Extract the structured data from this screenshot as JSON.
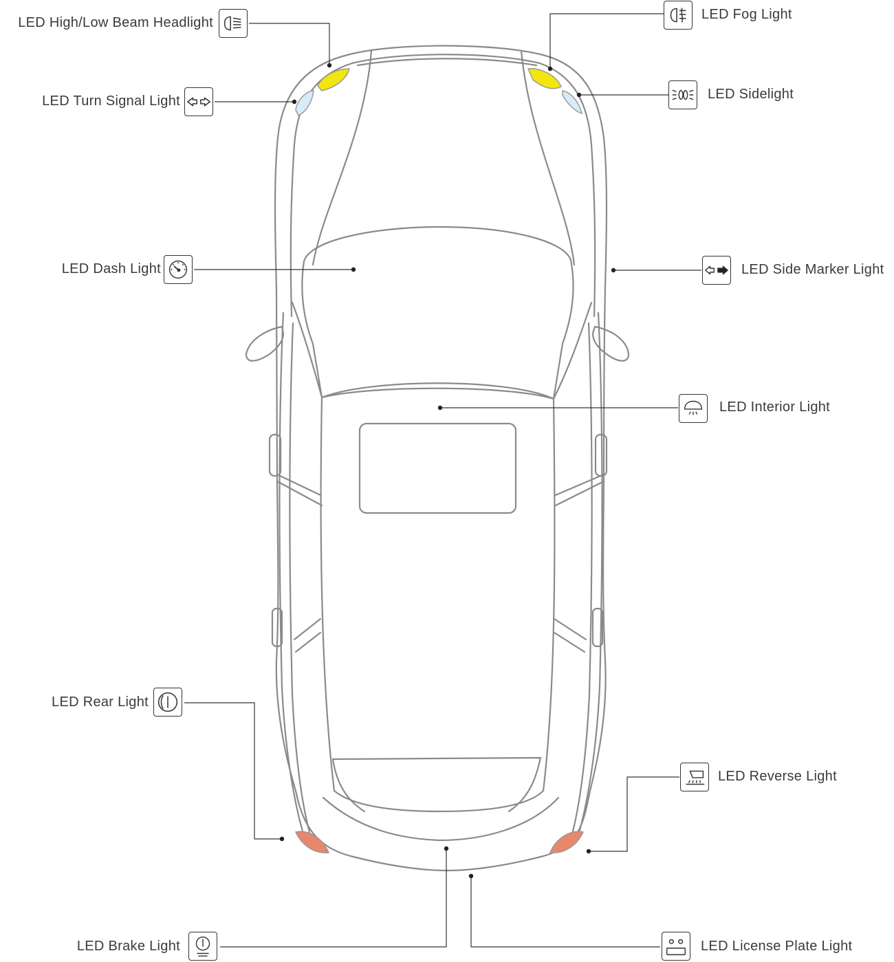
{
  "labels": {
    "headlight": "LED High/Low Beam Headlight",
    "fog": "LED Fog Light",
    "turn_signal": "LED Turn Signal Light",
    "sidelight": "LED Sidelight",
    "dash": "LED Dash Light",
    "side_marker": "LED Side Marker Light",
    "interior": "LED Interior Light",
    "rear": "LED Rear Light",
    "reverse": "LED Reverse Light",
    "brake": "LED Brake Light",
    "license_plate": "LED License Plate Light"
  },
  "icons": {
    "headlight": "headlight-beam-icon",
    "fog": "fog-light-icon",
    "turn_signal": "turn-signal-arrows-icon",
    "sidelight": "sidelight-icon",
    "dash": "speedometer-icon",
    "side_marker": "side-marker-arrow-icon",
    "interior": "dome-light-icon",
    "rear": "rear-light-circle-icon",
    "reverse": "reverse-light-icon",
    "brake": "brake-light-icon",
    "license_plate": "license-plate-icon"
  },
  "colors": {
    "headlamp": "#f2e60f",
    "turn_lamp": "#d8ecf7",
    "tail_lamp": "#e8876b",
    "outline": "#8a8a8a",
    "leader": "#333333"
  }
}
